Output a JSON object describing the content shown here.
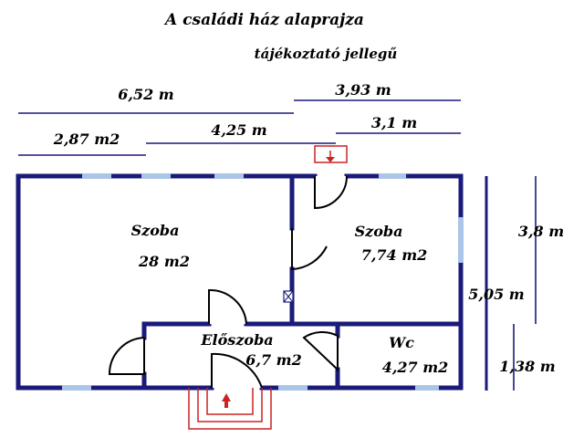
{
  "title": "A családi ház alaprajza",
  "subtitle": "tájékoztató jellegű",
  "dimensions": {
    "d652": "6,52 m",
    "d393": "3,93 m",
    "d287m2": "2,87 m2",
    "d425": "4,25 m",
    "d31": "3,1 m",
    "d38": "3,8 m",
    "d505": "5,05 m",
    "d138": "1,38 m"
  },
  "rooms": {
    "szoba1": {
      "name": "Szoba",
      "area": "28 m2"
    },
    "szoba2": {
      "name": "Szoba",
      "area": "7,74 m2"
    },
    "eloszoba": {
      "name": "Előszoba",
      "area": "6,7 m2"
    },
    "wc": {
      "name": "Wc",
      "area": "4,27 m2"
    }
  },
  "colors": {
    "wall": "#1a1a7a",
    "window": "#a9c6e8",
    "entrance": "#cc2222",
    "door": "#000000"
  }
}
